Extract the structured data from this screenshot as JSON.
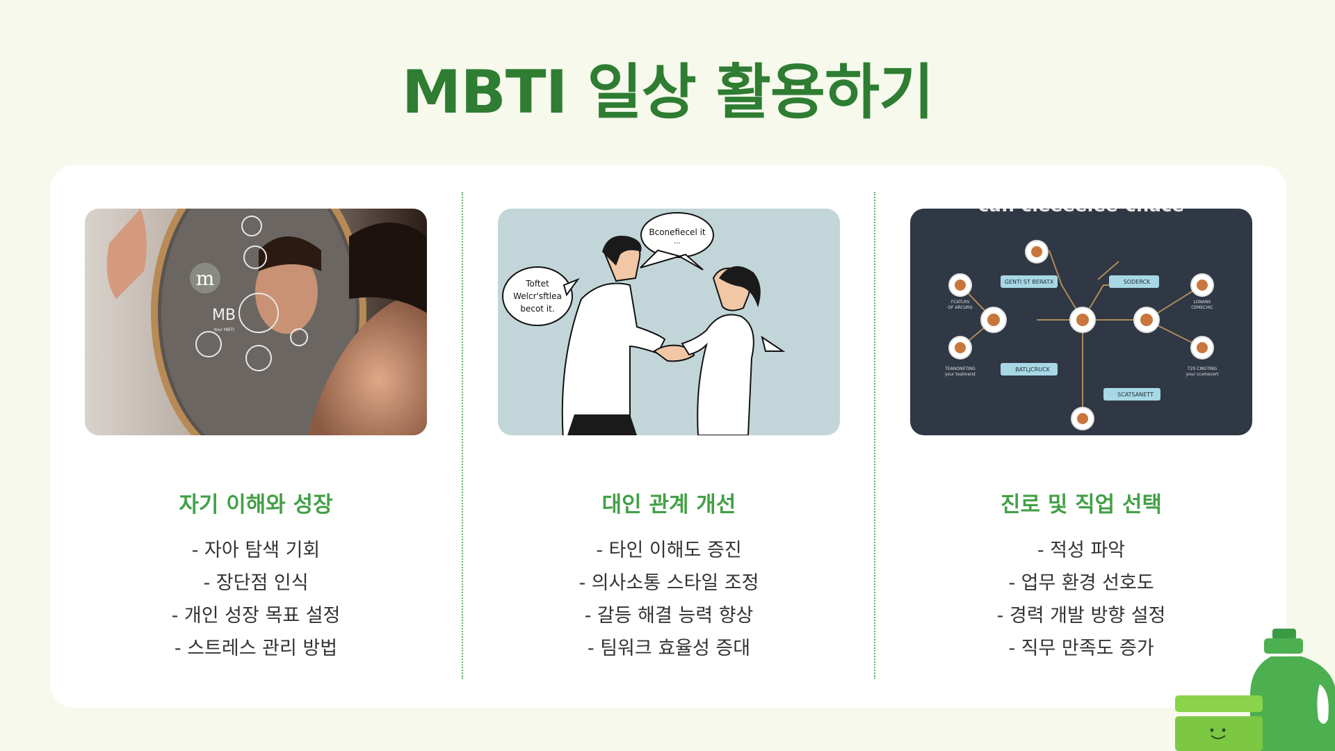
{
  "title": "MBTI 일상 활용하기",
  "columns": [
    {
      "heading": "자기 이해와 성장",
      "items": [
        "- 자아 탐색 기회",
        "- 장단점 인식",
        "- 개인 성장 목표 설정",
        "- 스트레스 관리 방법"
      ],
      "image_text": {
        "mirror_m": "m",
        "mirror_mb": "MB",
        "mirror_small": "Your MBTI"
      }
    },
    {
      "heading": "대인 관계 개선",
      "items": [
        "- 타인 이해도 증진",
        "- 의사소통 스타일 조정",
        "- 갈등 해결 능력 향상",
        "- 팀워크 효율성 증대"
      ],
      "image_text": {
        "bubble_right": "Bconefiecel it",
        "bubble_right_sub": "...",
        "bubble_left_1": "Toftet",
        "bubble_left_2": "Welcr'sftlea",
        "bubble_left_3": "becot it."
      }
    },
    {
      "heading": "진로 및 직업 선택",
      "items": [
        "- 적성 파악",
        "- 업무 환경 선호도",
        "- 경력 개발 방향 설정",
        "- 직무 만족도 증가"
      ],
      "image_text": {
        "top_text": "ca.. cleeeelee-chace",
        "tag1": "GENTI ST BERATX",
        "tag2": "SODERCK",
        "tag3": "BATLJCRUCK",
        "tag4": "SCATSANETT",
        "label_l1a": "FCATLRS",
        "label_l1b": "OF ARCURG",
        "label_r1a": "LONANS",
        "label_r1b": "CEMECHIC",
        "label_l2a": "TEANONETING",
        "label_l2b": "your tealmerst",
        "label_r2a": "T2S CINSTING",
        "label_r2b": "your ccomecert"
      }
    }
  ],
  "colors": {
    "title": "#2e7d32",
    "heading": "#43a047",
    "background": "#f6f9ec",
    "divider": "#5fae5f"
  }
}
